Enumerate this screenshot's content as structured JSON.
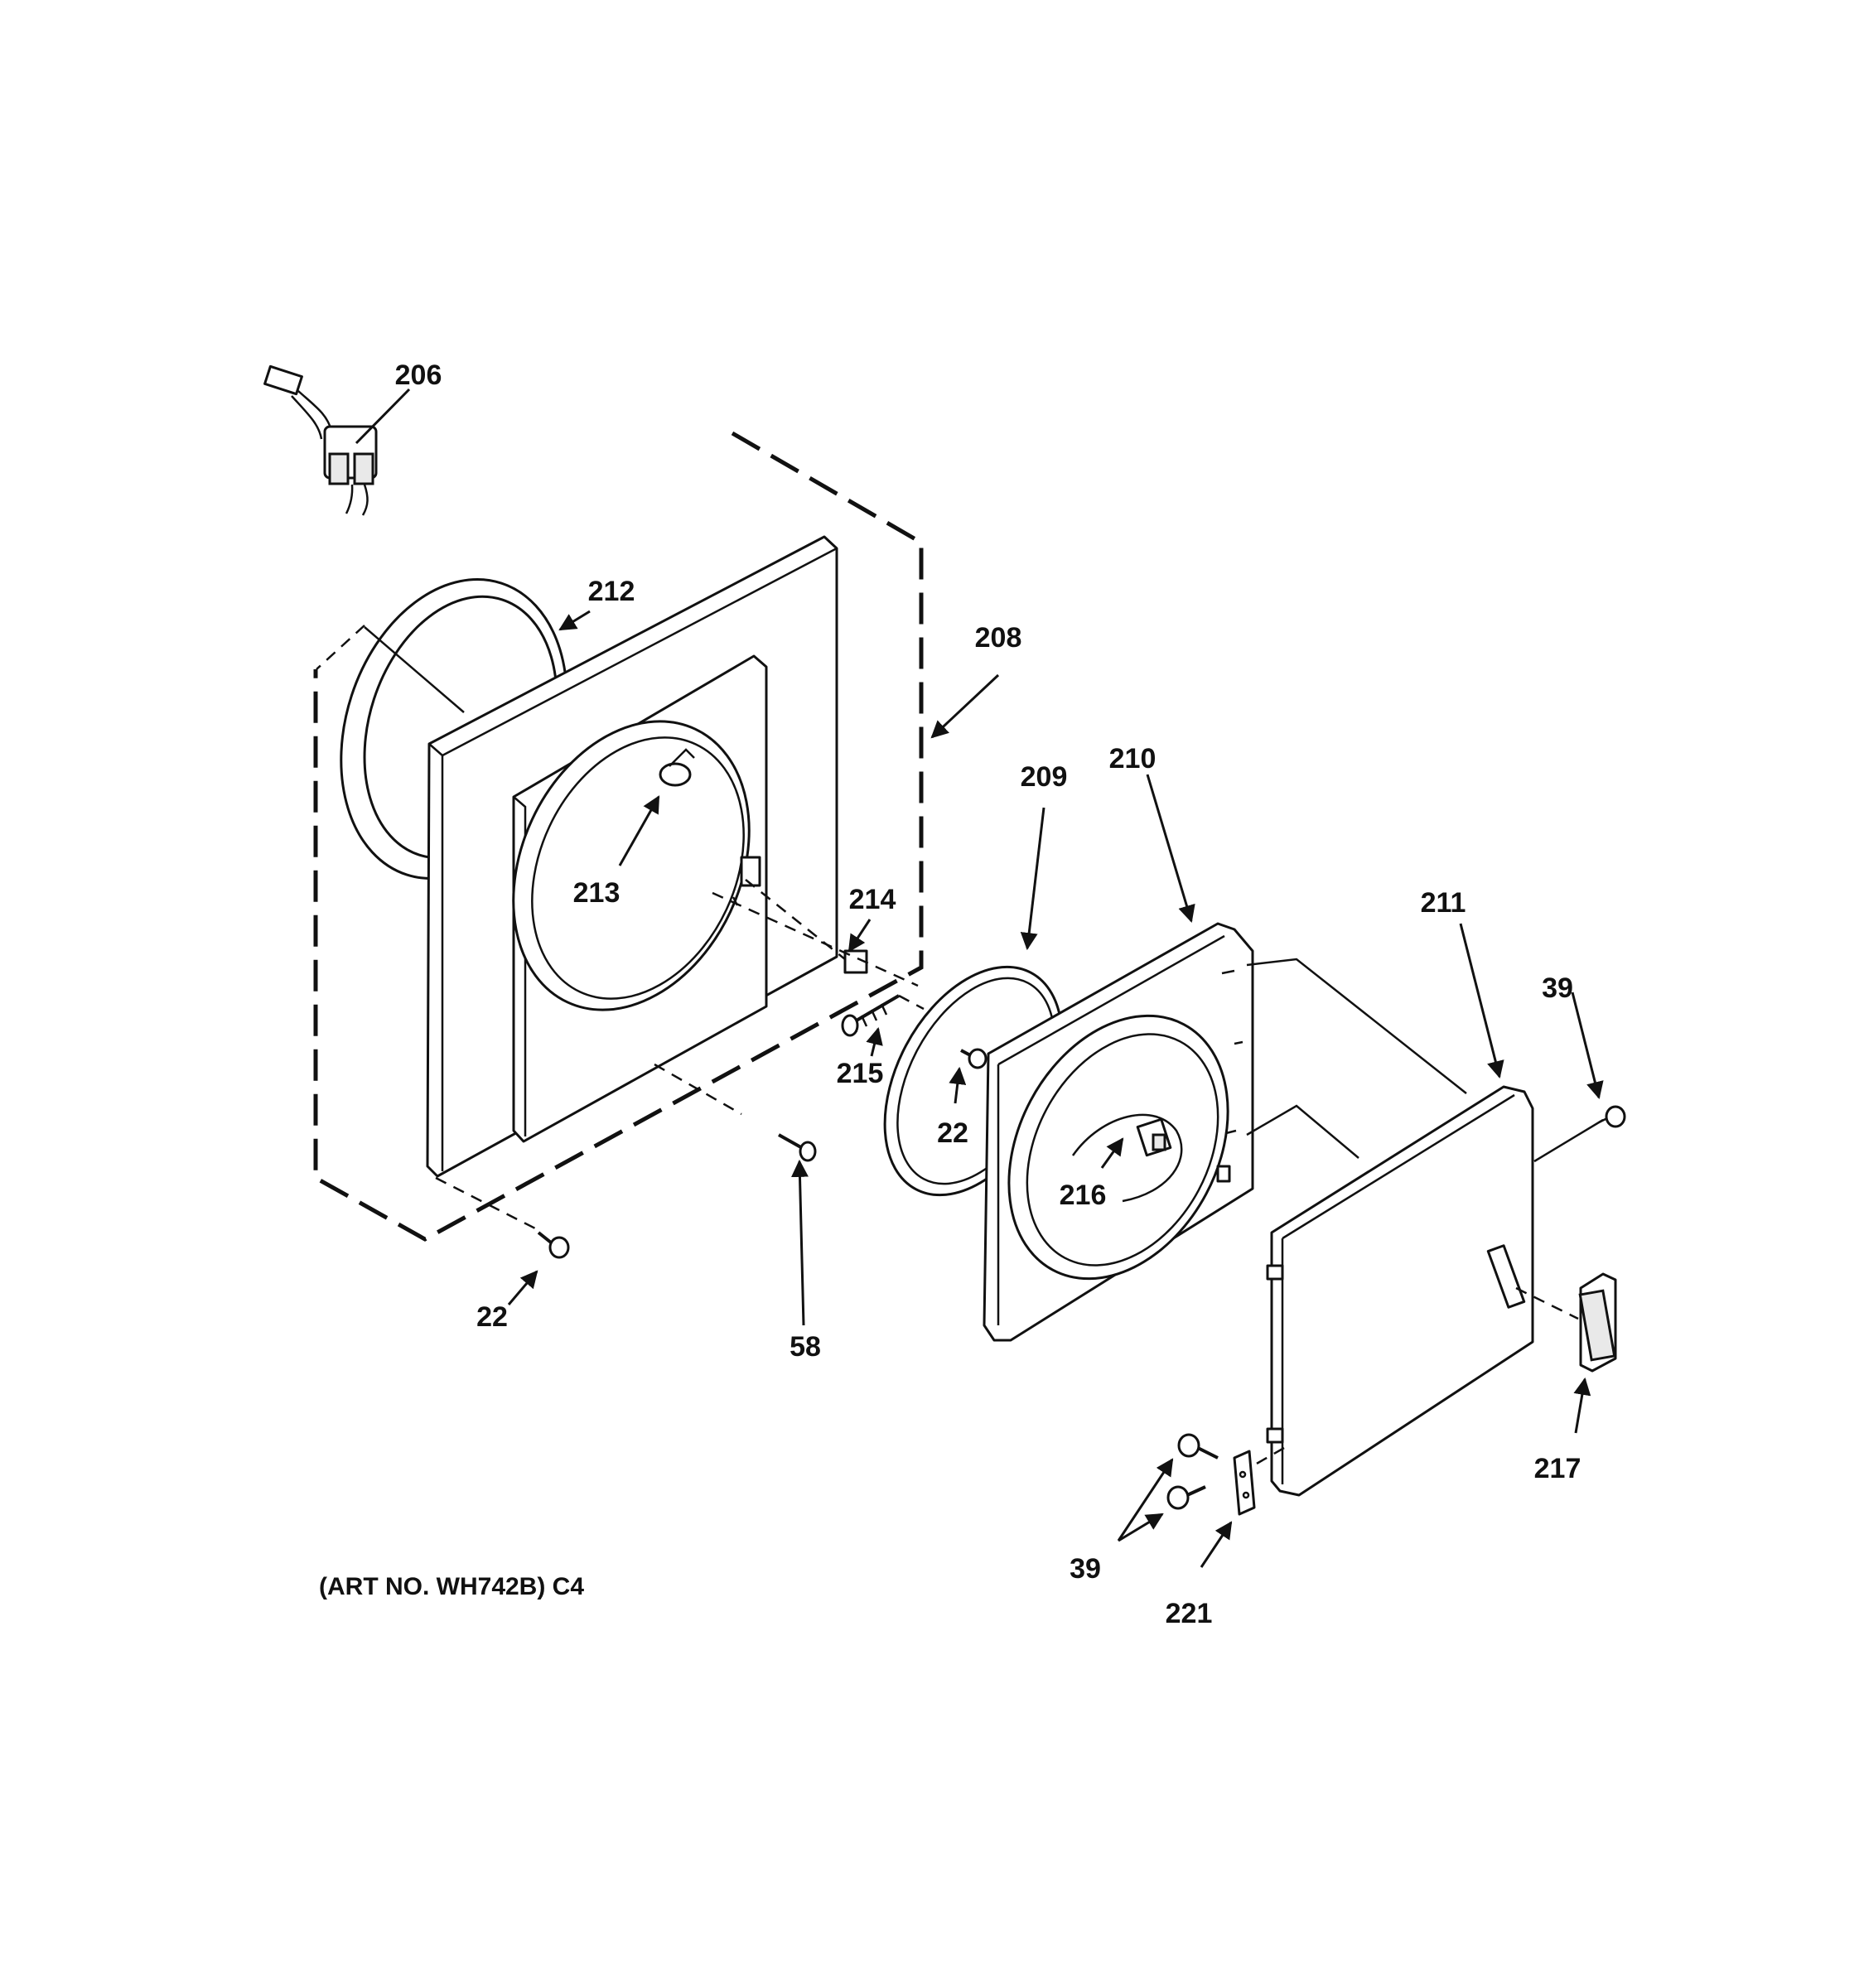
{
  "callouts": {
    "c206": "206",
    "c212": "212",
    "c208": "208",
    "c209": "209",
    "c210": "210",
    "c213": "213",
    "c214": "214",
    "c211": "211",
    "c39_top": "39",
    "c215": "215",
    "c22_mid": "22",
    "c216": "216",
    "c22_low": "22",
    "c58": "58",
    "c217": "217",
    "c39_low": "39",
    "c221": "221"
  },
  "caption": "(ART NO. WH742B) C4",
  "colors": {
    "line": "#111111",
    "background": "#ffffff"
  }
}
